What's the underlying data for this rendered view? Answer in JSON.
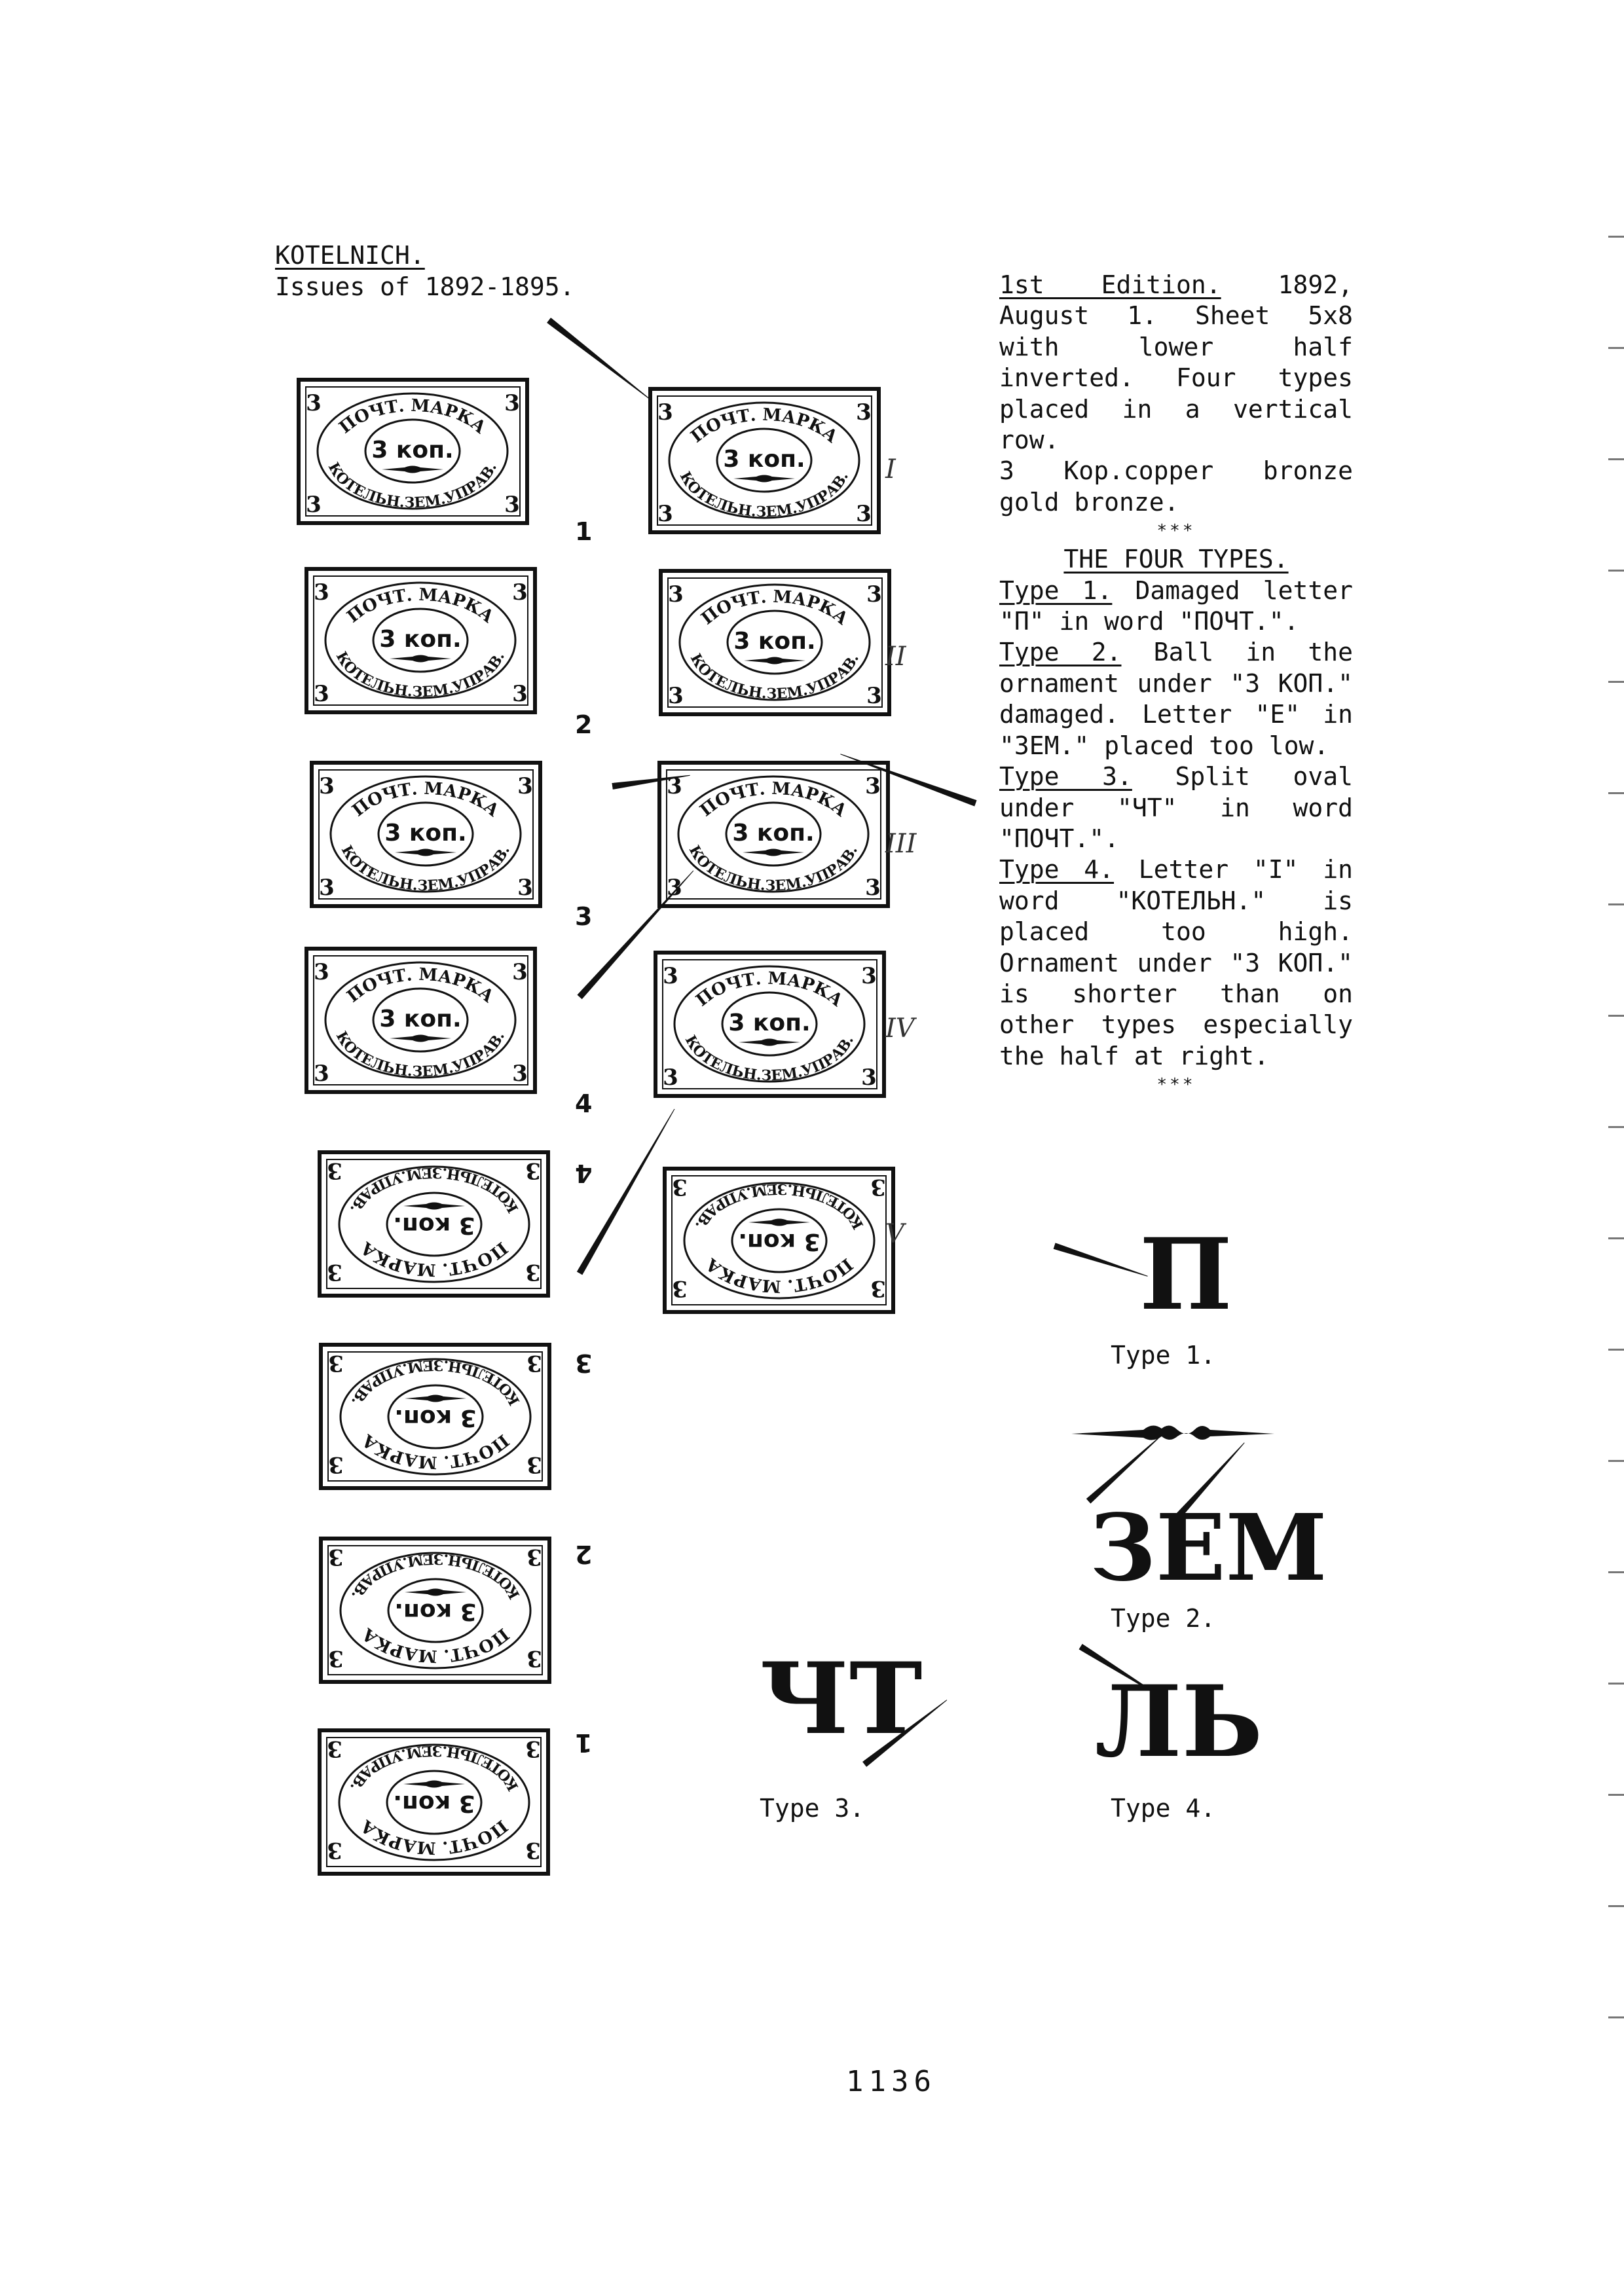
{
  "header": {
    "title": "KOTELNICH.",
    "subtitle": "Issues of 1892-1895."
  },
  "stamp": {
    "top_text": "ПОЧТ. МАРКА",
    "bottom_text": "КОТЕЛЬН.ЗЕМ.УПРАВ.",
    "value": "3 коп.",
    "corner": "3"
  },
  "positions": {
    "upright": [
      "1",
      "2",
      "3",
      "4"
    ],
    "inverted": [
      "4",
      "3",
      "2",
      "1"
    ]
  },
  "types_roman": [
    "I",
    "II",
    "III",
    "IV",
    "V"
  ],
  "description": {
    "edition_title": "1st Edition.",
    "edition_text": " 1892, August 1. Sheet 5x8 with lower half inverted. Four types placed in a vertical row.",
    "values_text": "3 Kop.copper bronze gold bronze.",
    "stars": "***",
    "types_heading": "THE FOUR TYPES.",
    "type1_label": "Type 1.",
    "type1_text": " Damaged letter \"П\" in word \"ПОЧТ.\".",
    "type2_label": "Type 2.",
    "type2_text": " Ball in the ornament under \"3 КОП.\" damaged. Letter \"Е\" in \"ЗЕМ.\" placed too low.",
    "type3_label": "Type 3.",
    "type3_text": " Split oval under \"ЧТ\" in word \"ПОЧТ.\".",
    "type4_label": "Type 4.",
    "type4_text": " Letter \"I\" in word \"КОТЕЛЬН.\" is placed too high. Ornament under \"3 КОП.\" is shorter than on other types especially the half at right."
  },
  "details": {
    "type1_glyph": "П",
    "type1_caption": "Type 1.",
    "type2_glyph": "ЗЕМ",
    "type2_caption": "Type 2.",
    "type3_glyph": "ЧТ",
    "type3_caption": "Type 3.",
    "type4_glyph": "ЛЬ",
    "type4_caption": "Type 4."
  },
  "page_number": "1136"
}
